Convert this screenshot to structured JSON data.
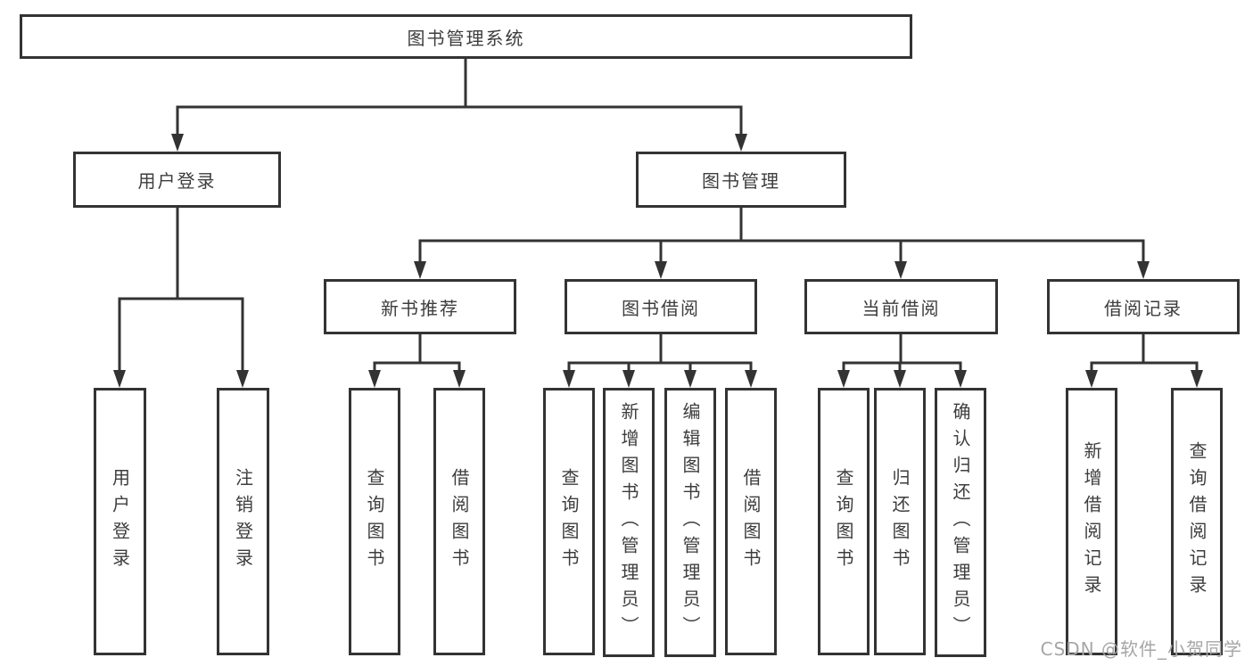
{
  "diagram": {
    "title_node": {
      "label": "图书管理系统"
    },
    "branches": [
      {
        "label": "用户登录"
      },
      {
        "label": "图书管理"
      }
    ],
    "modules": [
      {
        "label": "新书推荐"
      },
      {
        "label": "图书借阅"
      },
      {
        "label": "当前借阅"
      },
      {
        "label": "借阅记录"
      }
    ],
    "leaves": [
      {
        "label": "用户登录"
      },
      {
        "label": "注销登录"
      },
      {
        "label": "查询图书"
      },
      {
        "label": "借阅图书"
      },
      {
        "label": "查询图书"
      },
      {
        "label": "新增图书（管理员）"
      },
      {
        "label": "编辑图书（管理员）"
      },
      {
        "label": "借阅图书"
      },
      {
        "label": "查询图书"
      },
      {
        "label": "归还图书"
      },
      {
        "label": "确认归还（管理员）"
      },
      {
        "label": "新增借阅记录"
      },
      {
        "label": "查询借阅记录"
      }
    ]
  },
  "watermark": {
    "text": "CSDN @软件_小贺同学"
  },
  "colors": {
    "line": "#333333",
    "box_border": "#333333",
    "text": "#3d3d3d",
    "watermark": "#a6a6a6",
    "background": "#ffffff"
  }
}
